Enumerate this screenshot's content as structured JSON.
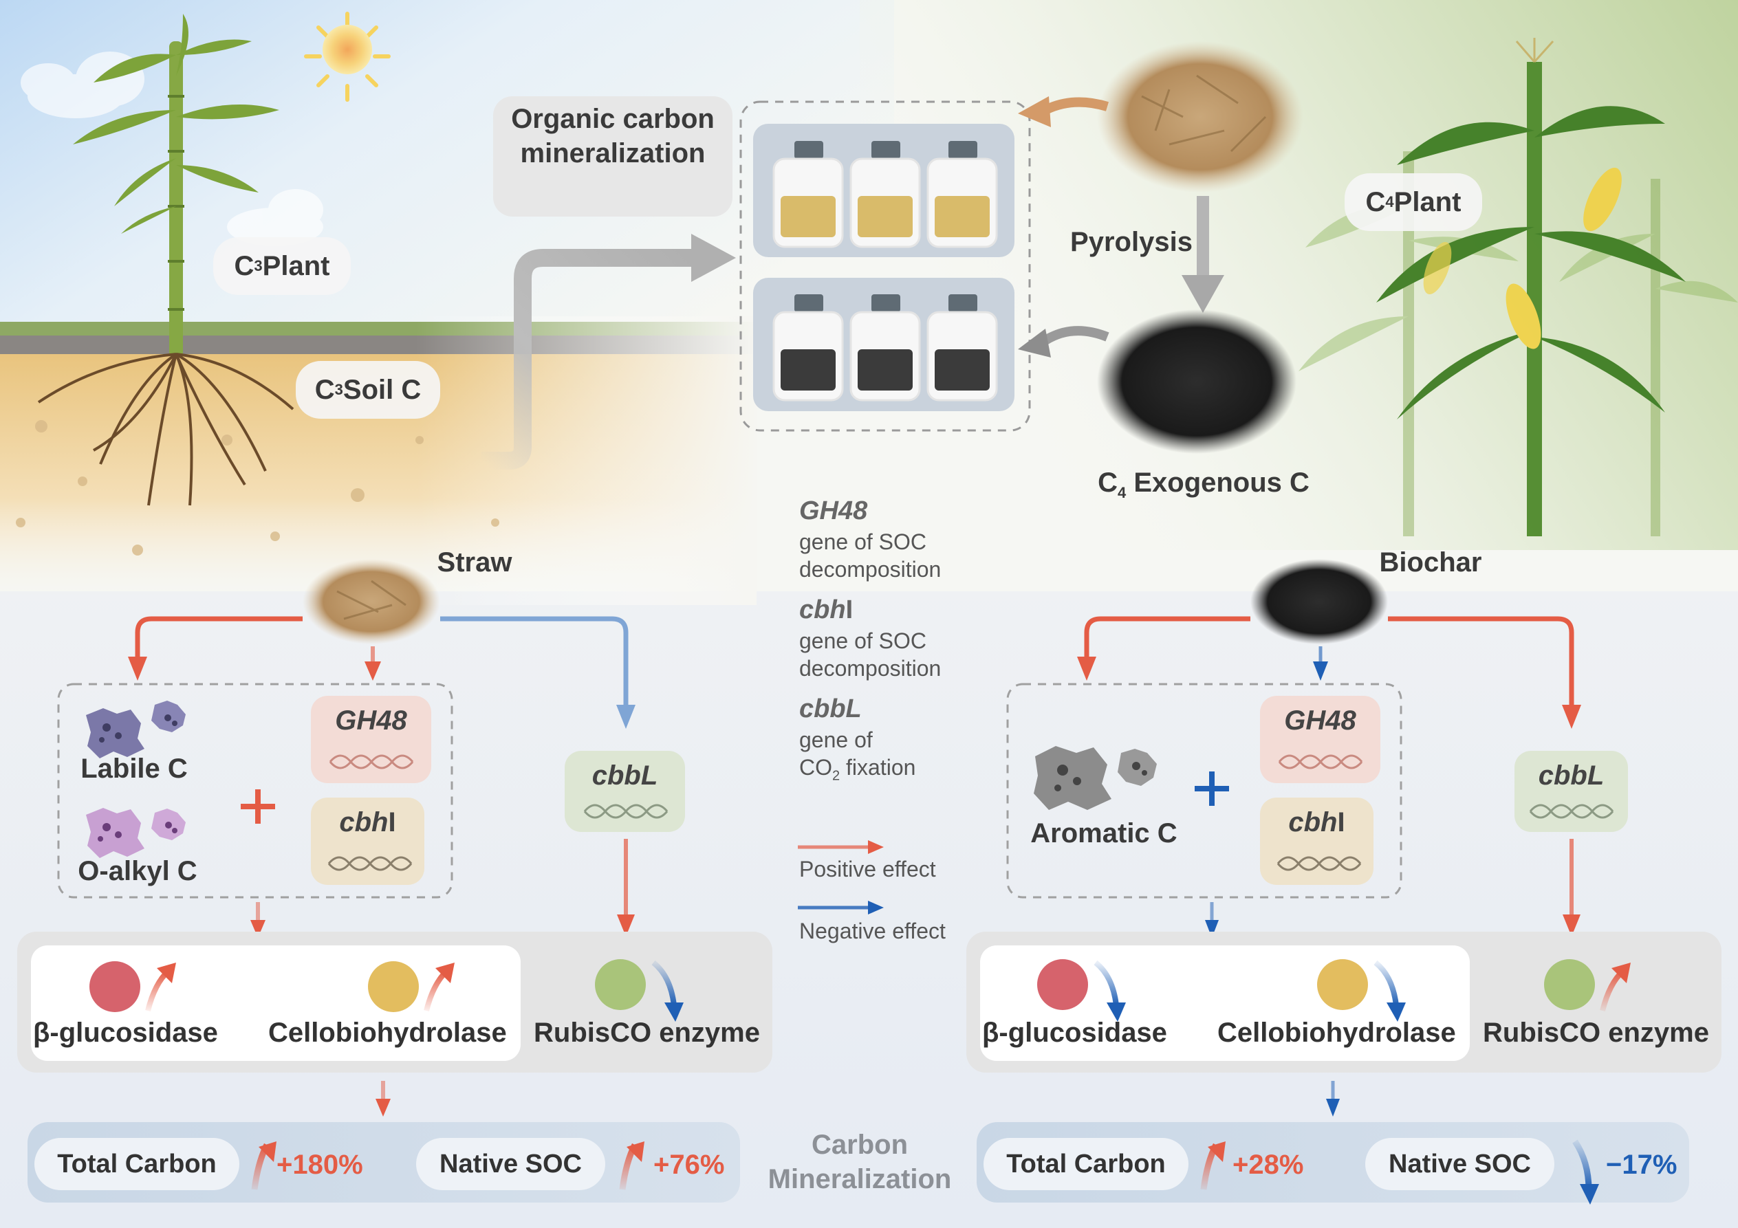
{
  "top": {
    "mineralization_title": "Organic carbon mineralization",
    "c3_plant": "C",
    "c3_plant_sub": "3",
    "c3_plant_rest": " Plant",
    "c3_soil": "C",
    "c3_soil_sub": "3",
    "c3_soil_rest": " Soil C",
    "c4_plant": "C",
    "c4_plant_sub": "4",
    "c4_plant_rest": " Plant",
    "pyrolysis": "Pyrolysis",
    "c4_exo": "C",
    "c4_exo_sub": "4",
    "c4_exo_rest": " Exogenous C"
  },
  "legend": {
    "gh48_title": "GH48",
    "gh48_desc1": "gene of SOC",
    "gh48_desc2": "decomposition",
    "cbhi_title_italic": "cbh",
    "cbhi_title_plain": "I",
    "cbhi_desc1": "gene of SOC",
    "cbhi_desc2": "decomposition",
    "cbbl_title": "cbbL",
    "cbbl_desc1": "gene of",
    "cbbl_desc2_pre": "CO",
    "cbbl_desc2_sub": "2",
    "cbbl_desc2_post": " fixation",
    "positive": "Positive effect",
    "negative": "Negative effect"
  },
  "straw": {
    "title": "Straw",
    "labile": "Labile C",
    "oalkyl": "O-alkyl C",
    "gh48": "GH48",
    "cbhi_italic": "cbh",
    "cbhi_plain": "I",
    "cbbl": "cbbL",
    "enz1": "β-glucosidase",
    "enz2": "Cellobiohydrolase",
    "enz3": "RubisCO enzyme",
    "total_carbon": "Total Carbon",
    "total_pct": "+180%",
    "native_soc": "Native SOC",
    "native_pct": "+76%"
  },
  "biochar": {
    "title": "Biochar",
    "aromatic": "Aromatic C",
    "gh48": "GH48",
    "cbhi_italic": "cbh",
    "cbhi_plain": "I",
    "cbbl": "cbbL",
    "enz1": "β-glucosidase",
    "enz2": "Cellobiohydrolase",
    "enz3": "RubisCO enzyme",
    "total_carbon": "Total Carbon",
    "total_pct": "+28%",
    "native_soc": "Native SOC",
    "native_pct": "−17%"
  },
  "center": {
    "carbon_min_1": "Carbon",
    "carbon_min_2": "Mineralization"
  },
  "colors": {
    "positive": "#e45c45",
    "negative": "#1f5fb5",
    "sky": "#cfe2f5",
    "soil": "#e8c98f",
    "grass": "#7ea85a",
    "gh48_box": "#f3dcd6",
    "cbhi_box": "#eee3cc",
    "cbbl_box": "#dde6d3",
    "red_ball": "#d6636c",
    "yellow_ball": "#e3bd5f",
    "green_ball": "#a9c47a"
  }
}
